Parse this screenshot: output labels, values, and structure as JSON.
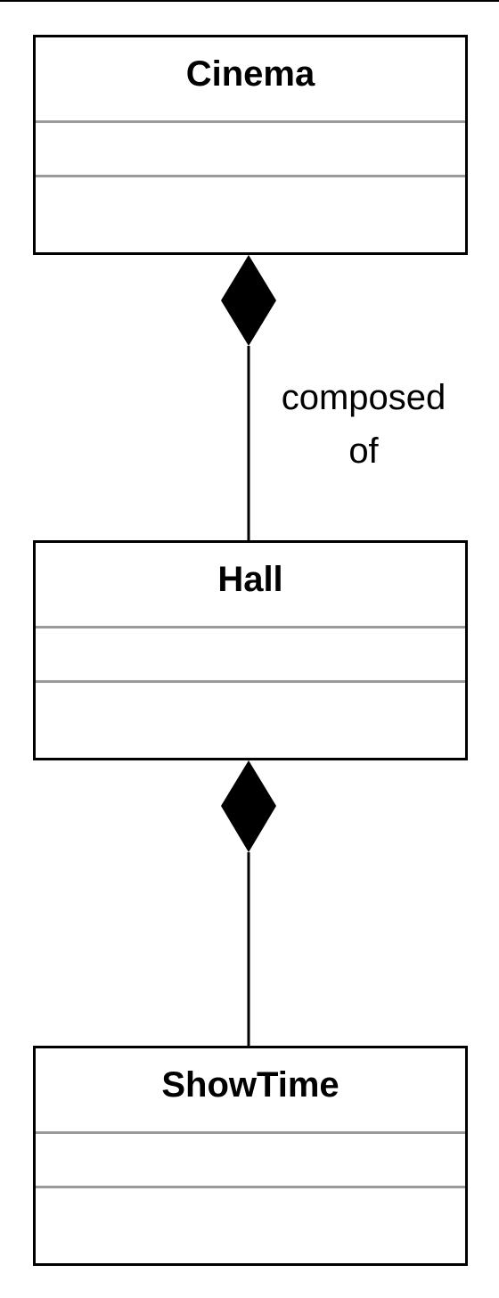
{
  "diagram": {
    "classes": [
      {
        "id": "cinema",
        "name": "Cinema",
        "attributes": [],
        "operations": []
      },
      {
        "id": "hall",
        "name": "Hall",
        "attributes": [],
        "operations": []
      },
      {
        "id": "showtime",
        "name": "ShowTime",
        "attributes": [],
        "operations": []
      }
    ],
    "relations": [
      {
        "type": "composition",
        "whole": "Cinema",
        "part": "Hall",
        "label_line1": "composed",
        "label_line2": "of"
      },
      {
        "type": "composition",
        "whole": "Hall",
        "part": "ShowTime",
        "label_line1": "",
        "label_line2": ""
      }
    ]
  },
  "colors": {
    "stroke": "#000000",
    "compartment_divider": "#9a9a9a",
    "background": "#ffffff"
  }
}
